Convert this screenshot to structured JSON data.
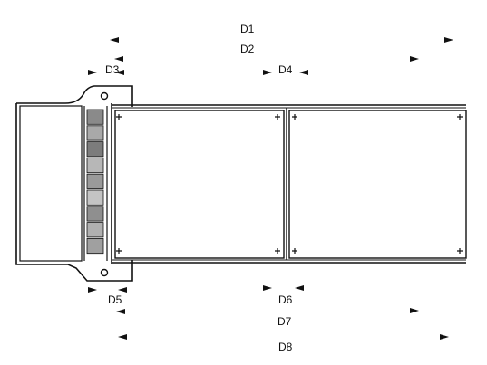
{
  "labels": {
    "d1": "D1",
    "d2": "D2",
    "d3": "D3",
    "d4": "D4",
    "d5": "D5",
    "d6": "D6",
    "d7": "D7",
    "d8": "D8"
  },
  "colors": {
    "ink": "#111111",
    "paper": "#ffffff",
    "swatch_shades": [
      "#8a8a8a",
      "#a9a9a9",
      "#7c7c7c",
      "#b7b7b7",
      "#9a9a9a",
      "#c4c4c4",
      "#8f8f8f",
      "#b0b0b0",
      "#a0a0a0"
    ]
  }
}
